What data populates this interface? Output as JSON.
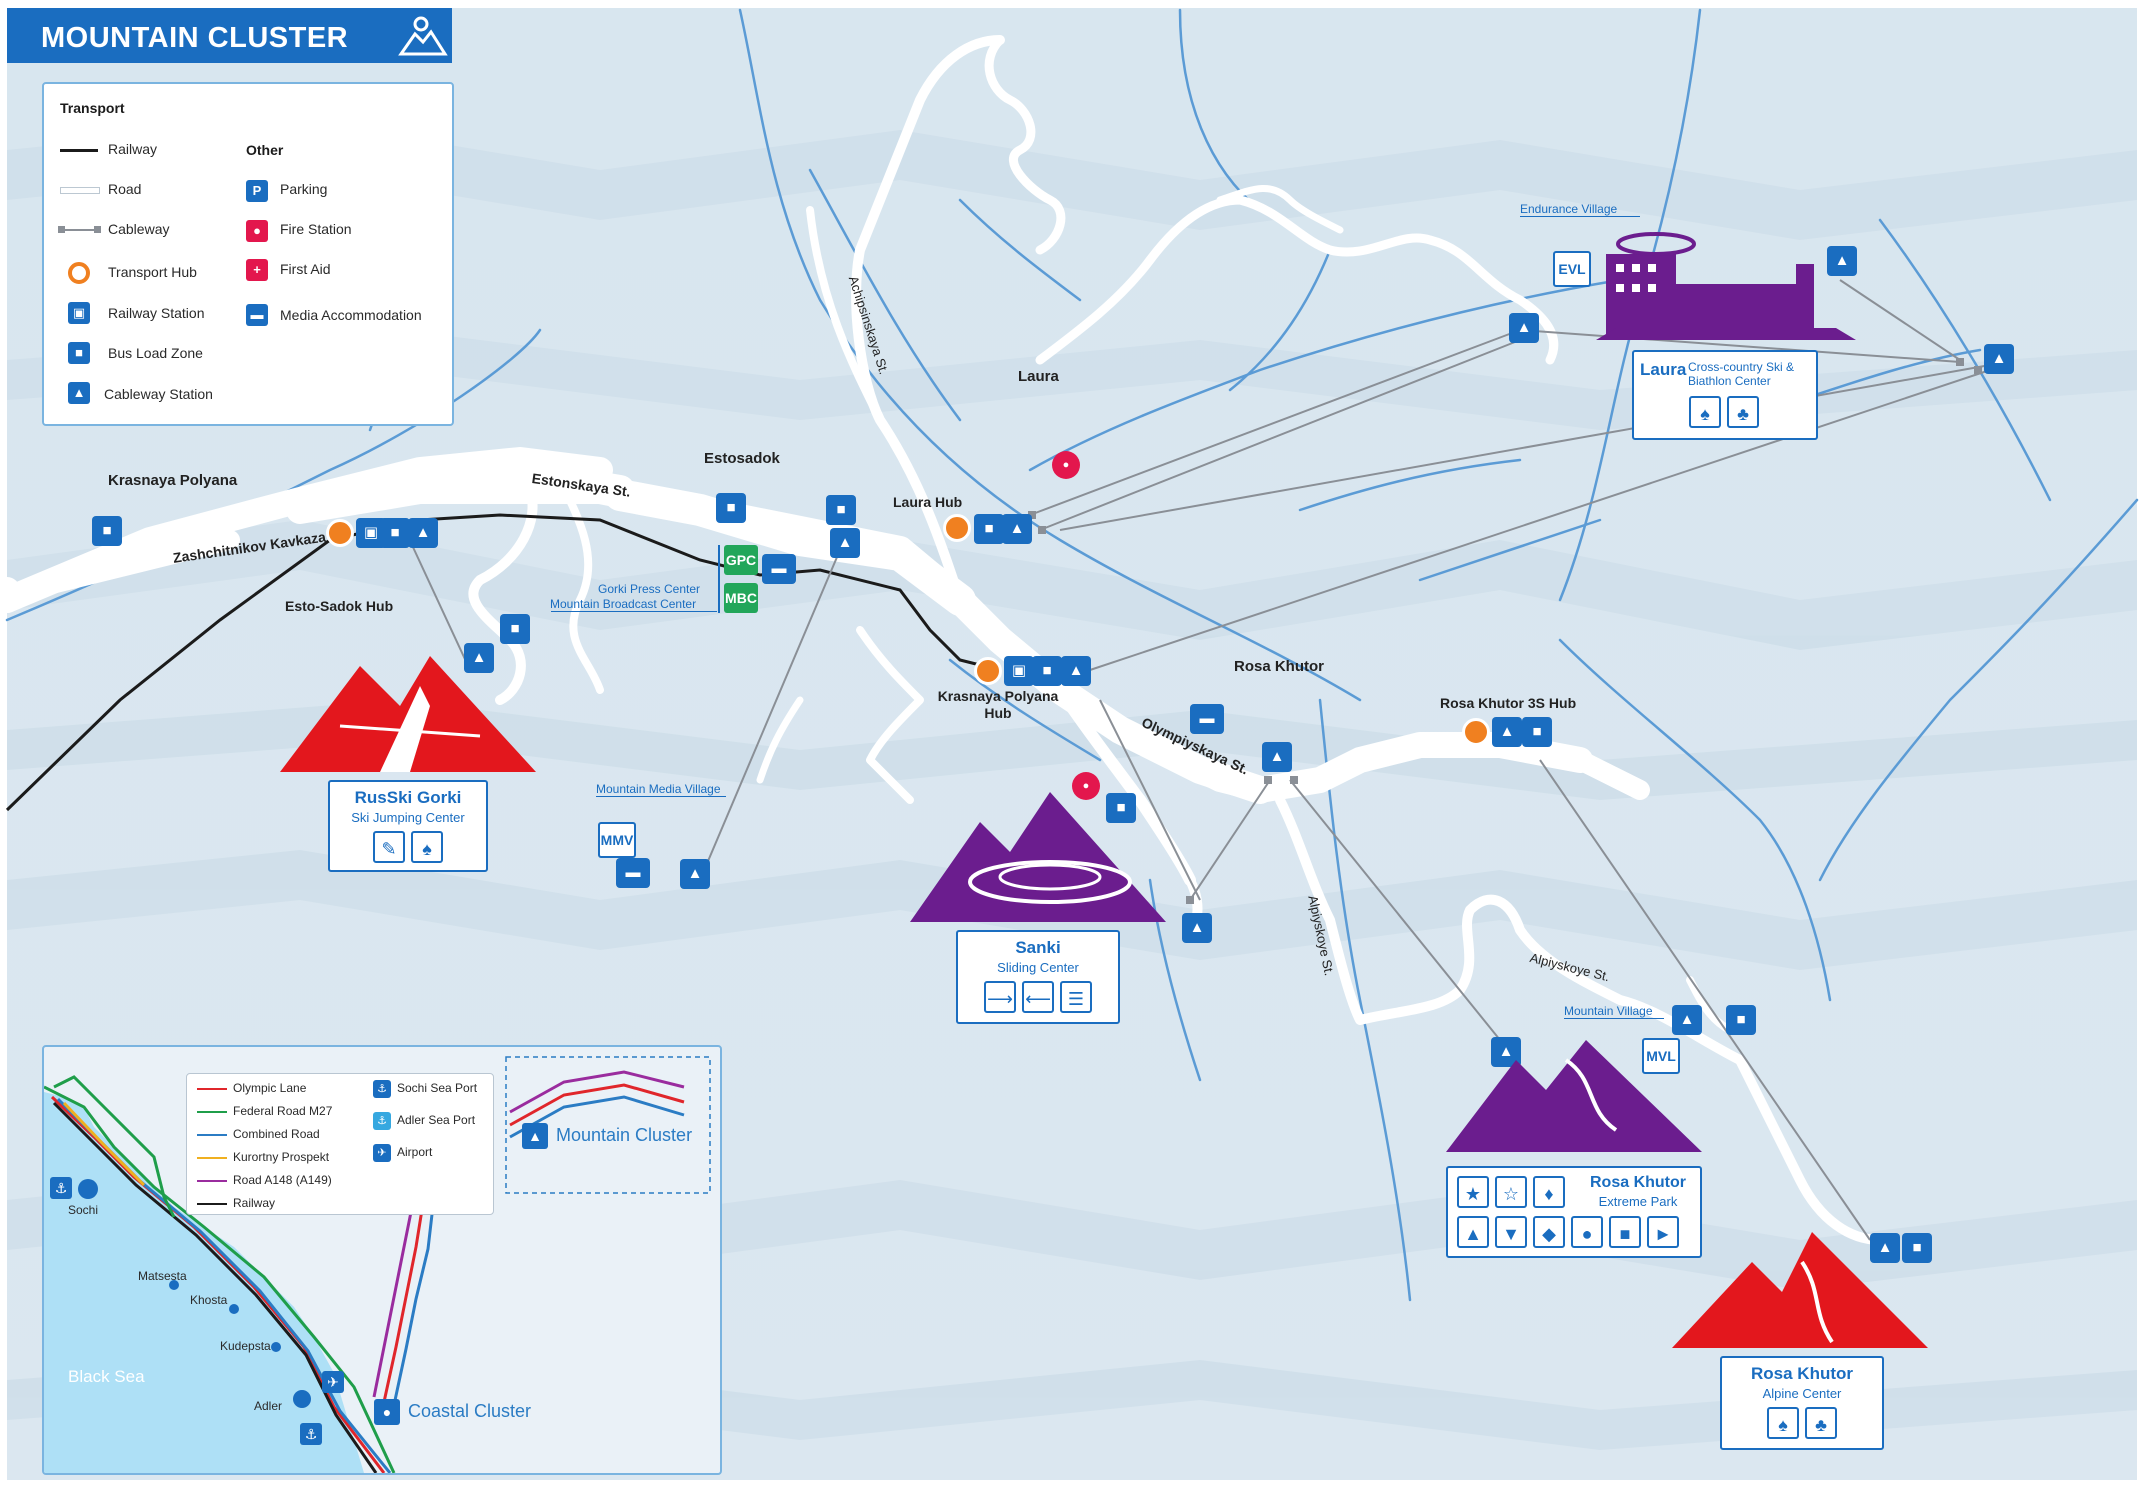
{
  "header": {
    "title": "MOUNTAIN CLUSTER"
  },
  "legend": {
    "transport_title": "Transport",
    "other_title": "Other",
    "transport": [
      "Railway",
      "Road",
      "Cableway",
      "Transport Hub",
      "Railway Station",
      "Bus Load Zone",
      "Cableway Station"
    ],
    "other": [
      "Parking",
      "Fire Station",
      "First Aid",
      "Media Accommodation"
    ]
  },
  "places": {
    "krasnaya_polyana": "Krasnaya Polyana",
    "estosadok": "Estosadok",
    "laura": "Laura",
    "rosa_khutor": "Rosa Khutor"
  },
  "streets": {
    "zashchitnikov": "Zashchitnikov Kavkaza St.",
    "estonskaya": "Estonskaya St.",
    "achipsinskaya": "Achipsinskaya St.",
    "olympiyskaya": "Olympiyskaya St.",
    "alpiyskoye1": "Alpiyskoye St.",
    "alpiyskoye2": "Alpiyskoye St."
  },
  "hubs": {
    "esto_sadok": "Esto-Sadok Hub",
    "laura": "Laura Hub",
    "krasnaya_polyana": "Krasnaya Polyana Hub",
    "rosa_khutor_3s": "Rosa Khutor 3S Hub"
  },
  "media": {
    "gpc": "GPC",
    "mbc": "MBC",
    "gpc_name": "Gorki Press Center",
    "mbc_name": "Mountain Broadcast Center",
    "mmv": "MMV",
    "mmv_name": "Mountain Media Village",
    "evl": "EVL",
    "evl_name": "Endurance Village",
    "mvl": "MVL",
    "mvl_name": "Mountain Village"
  },
  "venues": {
    "russki": {
      "name": "RusSki Gorki",
      "sub": "Ski Jumping Center"
    },
    "sanki": {
      "name": "Sanki",
      "sub": "Sliding Center"
    },
    "laura": {
      "name": "Laura",
      "sub": "Cross-country Ski & Biathlon Center"
    },
    "extreme": {
      "name": "Rosa Khutor",
      "sub": "Extreme Park"
    },
    "alpine": {
      "name": "Rosa Khutor",
      "sub": "Alpine Center"
    }
  },
  "inset": {
    "legend": [
      "Olympic Lane",
      "Federal Road M27",
      "Combined Road",
      "Kurortny Prospekt",
      "Road A148 (A149)",
      "Railway"
    ],
    "legend_colors": [
      "#e0262b",
      "#1f9e4a",
      "#2b7cc4",
      "#f0b020",
      "#9a2c9e",
      "#1b1b1b"
    ],
    "ports": [
      "Sochi Sea Port",
      "Adler Sea Port",
      "Airport"
    ],
    "towns": [
      "Sochi",
      "Matsesta",
      "Khosta",
      "Kudepsta",
      "Adler"
    ],
    "sea": "Black Sea",
    "mountain_cluster": "Mountain Cluster",
    "coastal_cluster": "Coastal Cluster"
  },
  "colors": {
    "accent": "#1a6dc0",
    "venue_purple": "#6b1d8e",
    "venue_red": "#e3171d",
    "hub_orange": "#f08020",
    "fire_red": "#e3174d",
    "media_green": "#22a65a"
  }
}
